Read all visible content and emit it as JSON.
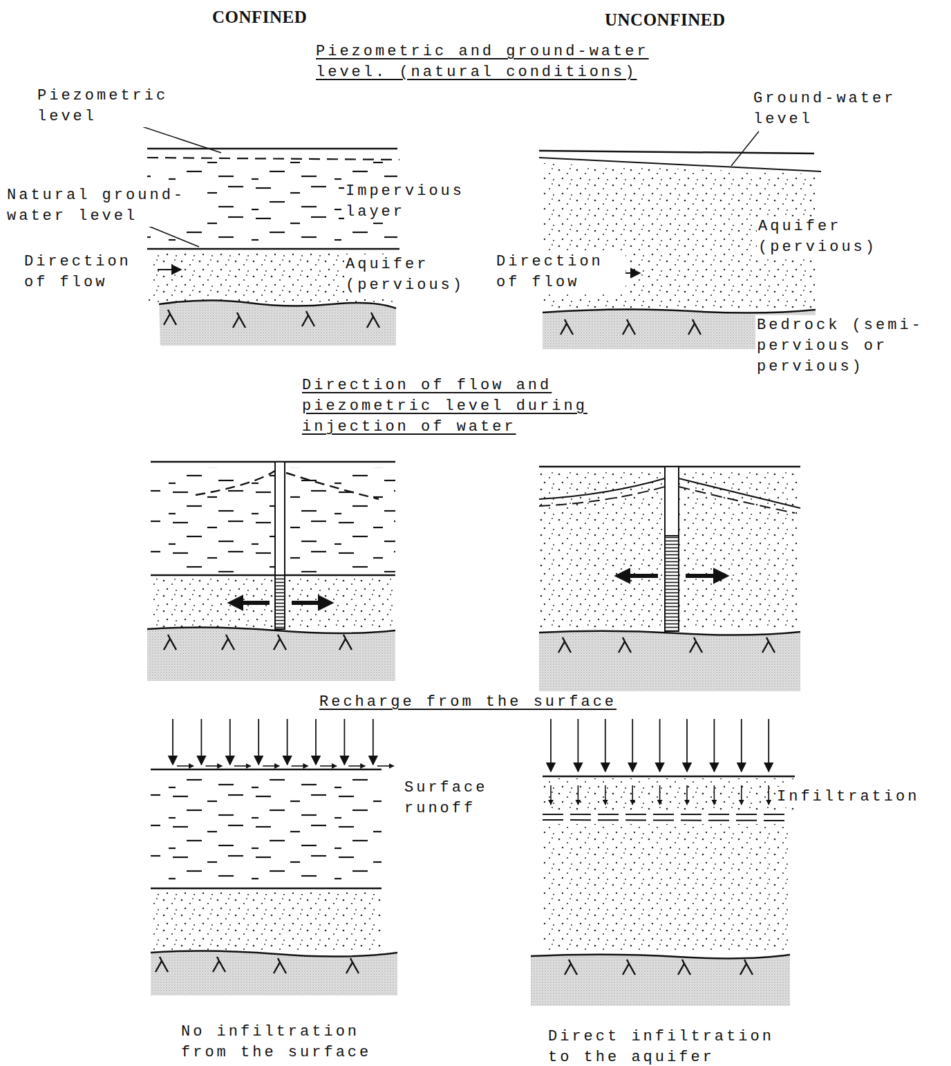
{
  "diagram": {
    "labels": [
      "CONFINED",
      "UNCONFINED",
      "Piezometric and ground-water level. (natural conditions)",
      "Piezometric level",
      "Natural ground-water level",
      "Impervious layer",
      "Direction of flow",
      "Aquifer (pervious)",
      "Ground-water level",
      "Aquifer (pervious)",
      "Direction of flow",
      "Bedrock (semi-pervious or pervious)",
      "Direction of flow and piezometric level during injection of water",
      "Recharge from the surface",
      "Surface runoff",
      "Infiltration",
      "No infiltration from the surface",
      "Direct infiltration to the aquifer"
    ]
  }
}
